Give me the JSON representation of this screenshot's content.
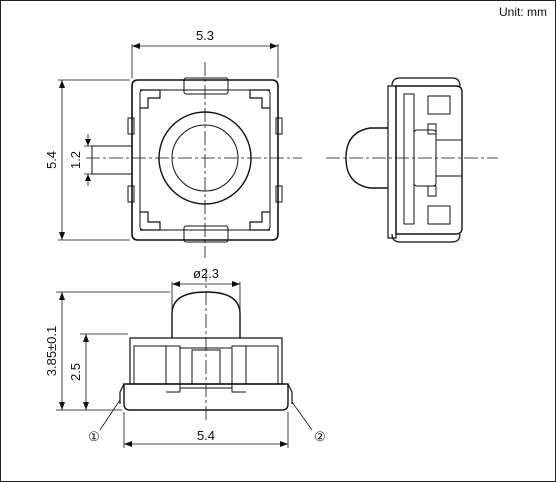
{
  "unit_label": "Unit: mm",
  "dimensions": {
    "top_width": "5.3",
    "side_height": "5.4",
    "terminal_width": "1.2",
    "knob_diameter": "ø2.3",
    "total_height": "3.85±0.1",
    "body_height": "2.5",
    "bottom_width": "5.4"
  },
  "callouts": {
    "terminal_1": "①",
    "terminal_2": "②"
  }
}
